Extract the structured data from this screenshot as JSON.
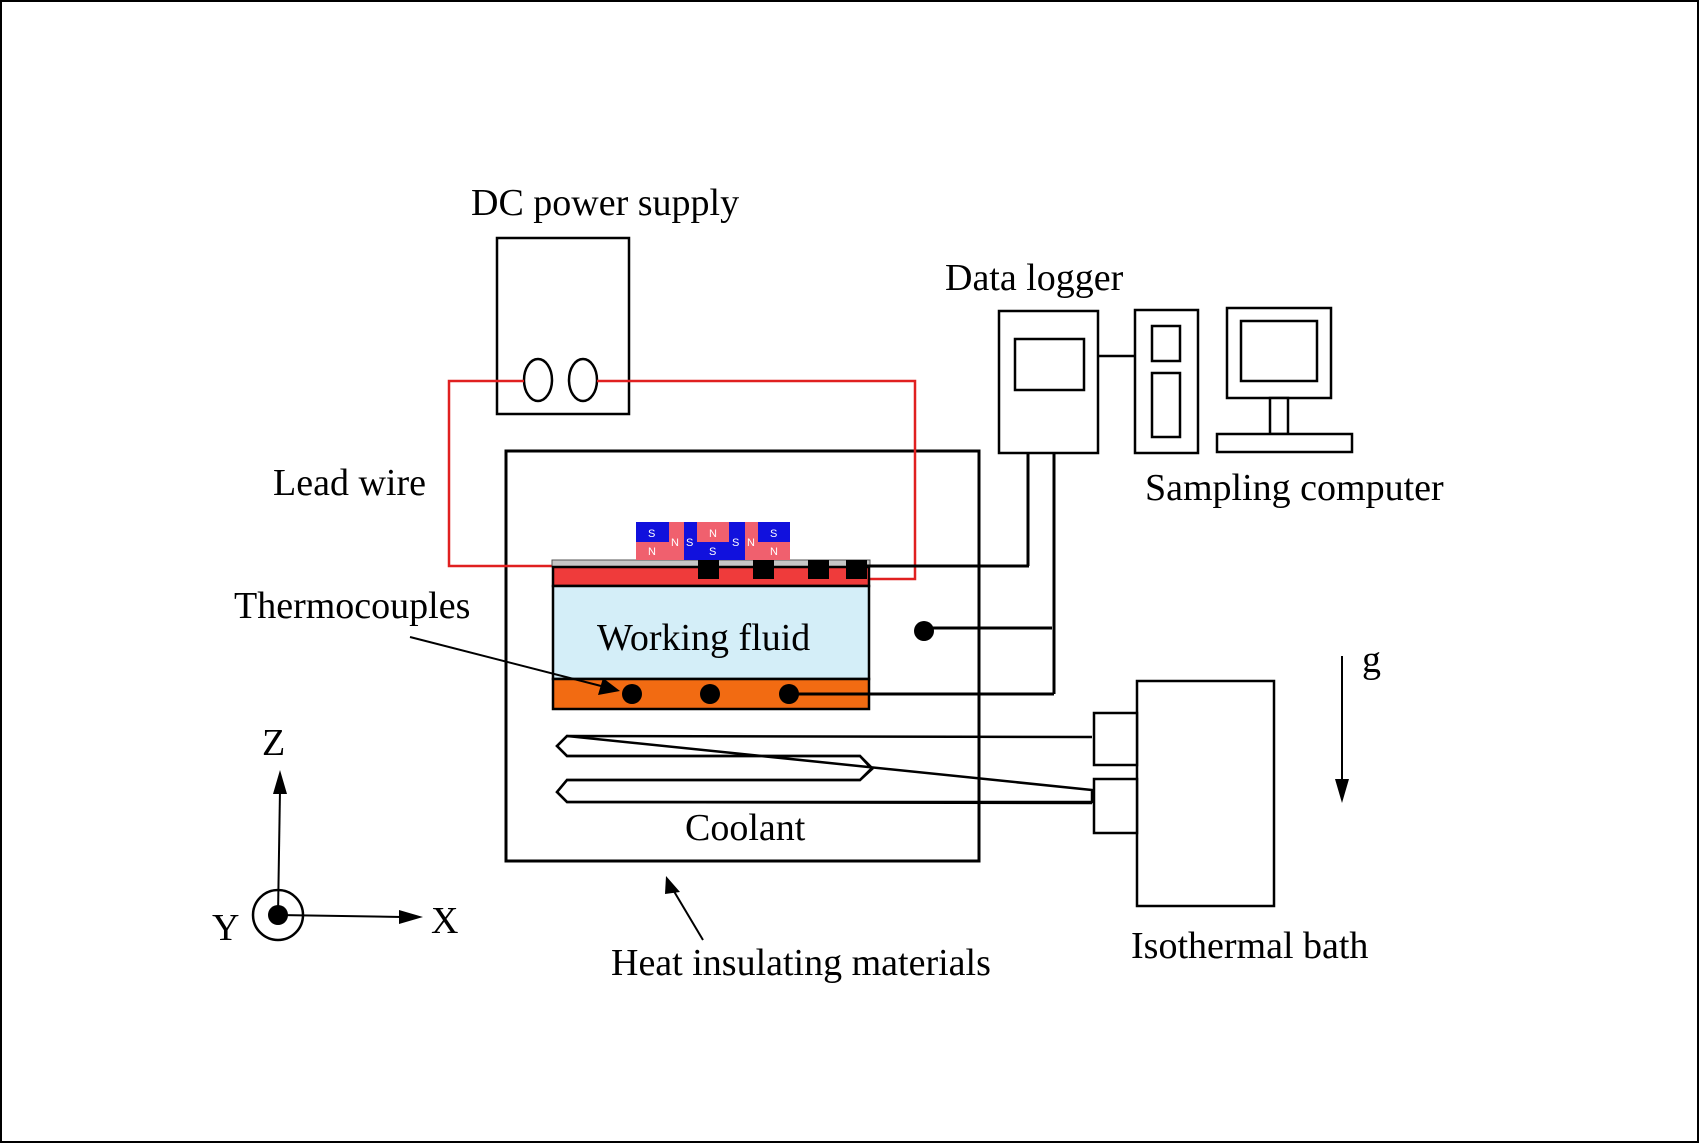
{
  "labels": {
    "dc_power_supply": "DC power supply",
    "data_logger": "Data logger",
    "sampling_computer": "Sampling computer",
    "lead_wire": "Lead wire",
    "thermocouples": "Thermocouples",
    "working_fluid": "Working fluid",
    "coolant": "Coolant",
    "heat_insulating_materials": "Heat insulating materials",
    "isothermal_bath": "Isothermal bath",
    "gravity": "g",
    "axis_z": "Z",
    "axis_x": "X",
    "axis_y": "Y"
  },
  "magnets": [
    {
      "top": "S",
      "bottom": "N",
      "side": "N"
    },
    {
      "top": "N",
      "bottom": "S",
      "side": "S"
    },
    {
      "top": "S",
      "bottom": "N",
      "side": "N"
    }
  ],
  "magnet_side_letters": [
    "N",
    "S",
    "S",
    "N"
  ],
  "colors": {
    "lead_wire": "#e02020",
    "heater_plate": "#ef3b3b",
    "working_fluid": "#d4eef8",
    "cooling_plate": "#f26b12",
    "magnet_blue": "#1111dd",
    "magnet_red": "#f0606e"
  }
}
